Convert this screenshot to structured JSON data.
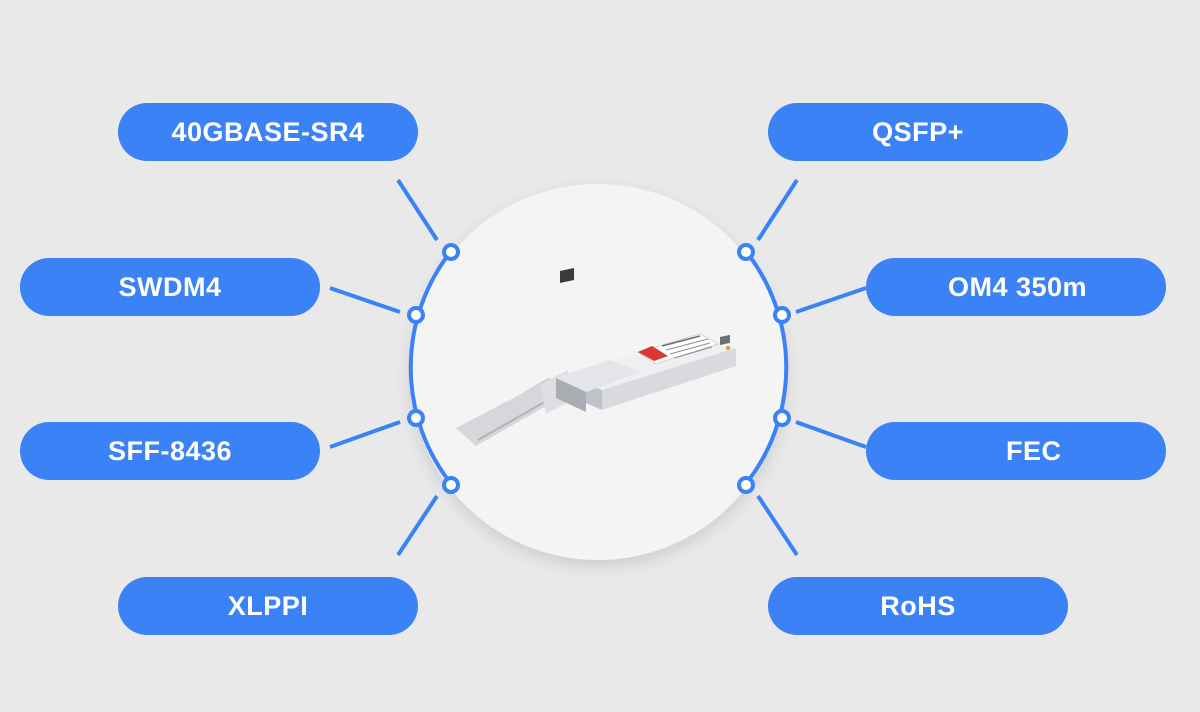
{
  "diagram": {
    "center_image": "qsfp-transceiver-module",
    "accent_color": "#3b82f6",
    "circle_color": "#f4f4f5",
    "labels_left": [
      "40GBASE-SR4",
      "SWDM4",
      "SFF-8436",
      "XLPPI"
    ],
    "labels_right": [
      "QSFP+",
      "OM4 350m",
      "FEC",
      "RoHS"
    ]
  }
}
